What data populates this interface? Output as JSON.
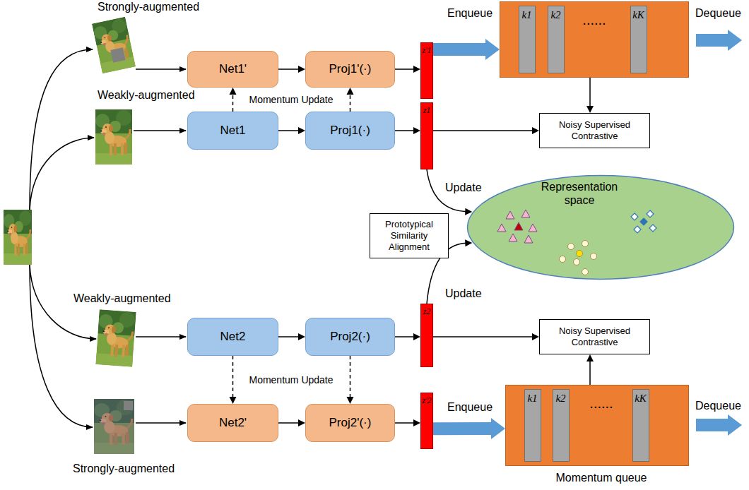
{
  "diagram": {
    "nodes": [
      {
        "text": [
          "Net1'"
        ]
      },
      {
        "text": [
          "Proj1'(·)"
        ]
      },
      {
        "text": [
          "z'1"
        ]
      },
      {
        "text": [
          "......"
        ]
      },
      {
        "text": [
          "k1"
        ],
        "in": 3
      },
      {
        "text": [
          "k2"
        ],
        "in": 3
      },
      {
        "text": [
          "kK"
        ],
        "in": 3
      },
      {
        "text": [
          "Net1"
        ]
      },
      {
        "text": [
          "Proj1(·)"
        ]
      },
      {
        "text": [
          "z1"
        ]
      },
      {
        "text": [
          "Noisy Supervised Contrastive"
        ]
      },
      {
        "text": [
          "Representation space"
        ]
      },
      {
        "text": [
          "Prototypical Similarity Alignment"
        ]
      },
      {
        "text": [
          "Net2"
        ]
      },
      {
        "text": [
          "Proj2(·)"
        ]
      },
      {
        "text": [
          "z2"
        ]
      },
      {
        "text": [
          "Noisy Supervised Contrastive"
        ]
      },
      {
        "text": [
          "Net2'"
        ]
      },
      {
        "text": [
          "Proj2'(·)"
        ]
      },
      {
        "text": [
          "z'2"
        ]
      },
      {
        "text": [
          "......",
          "Momentum queue"
        ]
      },
      {
        "text": [
          "k1"
        ],
        "in": 20
      },
      {
        "text": [
          "k2"
        ],
        "in": 20
      },
      {
        "text": [
          "kK"
        ],
        "in": 20
      }
    ],
    "edges": [
      {
        "from": 0,
        "to": 1,
        "arrow": "to"
      },
      {
        "from": 1,
        "to": 2,
        "arrow": "to"
      },
      {
        "from": 2,
        "to": 3,
        "label": "Enqueue",
        "arrow": "to"
      },
      {
        "from": 7,
        "to": 0,
        "arrow": "to"
      },
      {
        "from": 8,
        "to": 1,
        "arrow": "to"
      },
      {
        "from": 7,
        "to": 8,
        "arrow": "to"
      },
      {
        "from": 8,
        "to": 9,
        "arrow": "to"
      },
      {
        "from": 9,
        "to": 10,
        "arrow": "to"
      },
      {
        "from": 3,
        "to": 10,
        "arrow": "to"
      },
      {
        "from": 9,
        "to": 11,
        "label": "Update",
        "arrow": "to"
      },
      {
        "from": 13,
        "to": 14,
        "arrow": "to"
      },
      {
        "from": 14,
        "to": 15,
        "arrow": "to"
      },
      {
        "from": 15,
        "to": 16,
        "arrow": "to"
      },
      {
        "from": 20,
        "to": 16,
        "arrow": "to"
      },
      {
        "from": 15,
        "to": 11,
        "label": "Update",
        "arrow": "to"
      },
      {
        "from": 13,
        "to": 17,
        "arrow": "to"
      },
      {
        "from": 14,
        "to": 18,
        "arrow": "to"
      },
      {
        "from": 17,
        "to": 18,
        "arrow": "to"
      },
      {
        "from": 18,
        "to": 19,
        "arrow": "to"
      },
      {
        "from": 19,
        "to": 20,
        "label": "Enqueue",
        "arrow": "to"
      }
    ],
    "labels": [
      "Strongly-augmented",
      "Weakly-augmented",
      "Momentum Update",
      "Dequeue",
      "Weakly-augmented",
      "Momentum Update",
      "Strongly-augmented",
      "Dequeue"
    ]
  }
}
